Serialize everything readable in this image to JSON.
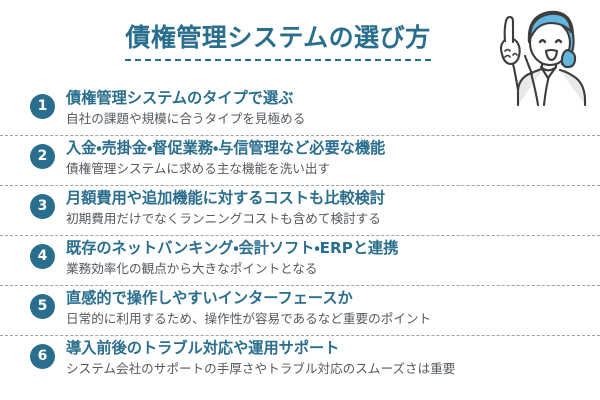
{
  "header": {
    "title": "債権管理システムの選び方",
    "title_color": "#2a6e8d",
    "illustration_name": "woman-pointing-up-illustration",
    "illustration_hair_color": "#63b6dd",
    "illustration_line_color": "#3c3c3c",
    "illustration_fill_color": "#e8e8e8"
  },
  "theme": {
    "accent_color": "#2a6e8d",
    "badge_background": "#2a6e8d",
    "badge_text_color": "#ffffff",
    "subtitle_color": "#54595e",
    "divider_color": "#9aa4ab",
    "background": "#ffffff"
  },
  "list": {
    "items": [
      {
        "number": "1",
        "heading": "債権管理システムのタイプで選ぶ",
        "subtitle": "自社の課題や規模に合うタイプを見極める"
      },
      {
        "number": "2",
        "heading": "入金・売掛金・督促業務・与信管理など必要な機能",
        "subtitle": "債権管理システムに求める主な機能を洗い出す"
      },
      {
        "number": "3",
        "heading": "月額費用や追加機能に対するコストも比較検討",
        "subtitle": "初期費用だけでなくランニングコストも含めて検討する"
      },
      {
        "number": "4",
        "heading": "既存のネットバンキング・会計ソフト・ERPと連携",
        "subtitle": "業務効率化の観点から大きなポイントとなる"
      },
      {
        "number": "5",
        "heading": "直感的で操作しやすいインターフェースか",
        "subtitle": "日常的に利用するため、操作性が容易であるなど重要のポイント"
      },
      {
        "number": "6",
        "heading": "導入前後のトラブル対応や運用サポート",
        "subtitle": "システム会社のサポートの手厚さやトラブル対応のスムーズさは重要"
      }
    ]
  }
}
